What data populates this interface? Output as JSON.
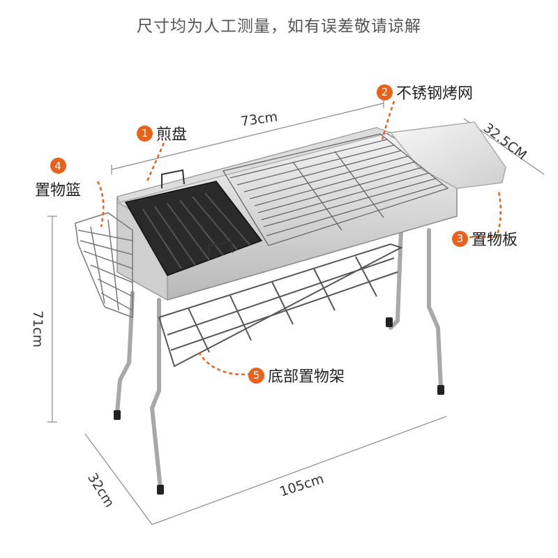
{
  "note": "尺寸均为人工测量，如有误差敬请谅解",
  "accent_color": "#e8621c",
  "dimensions": {
    "top_length": "73cm",
    "side_width": "32.5CM",
    "height": "71cm",
    "depth": "32cm",
    "total_length": "105cm"
  },
  "callouts": [
    {
      "num": "1",
      "label": "煎盘"
    },
    {
      "num": "2",
      "label": "不锈钢烤网"
    },
    {
      "num": "3",
      "label": "置物板"
    },
    {
      "num": "4",
      "label": "置物篮"
    },
    {
      "num": "5",
      "label": "底部置物架"
    }
  ]
}
